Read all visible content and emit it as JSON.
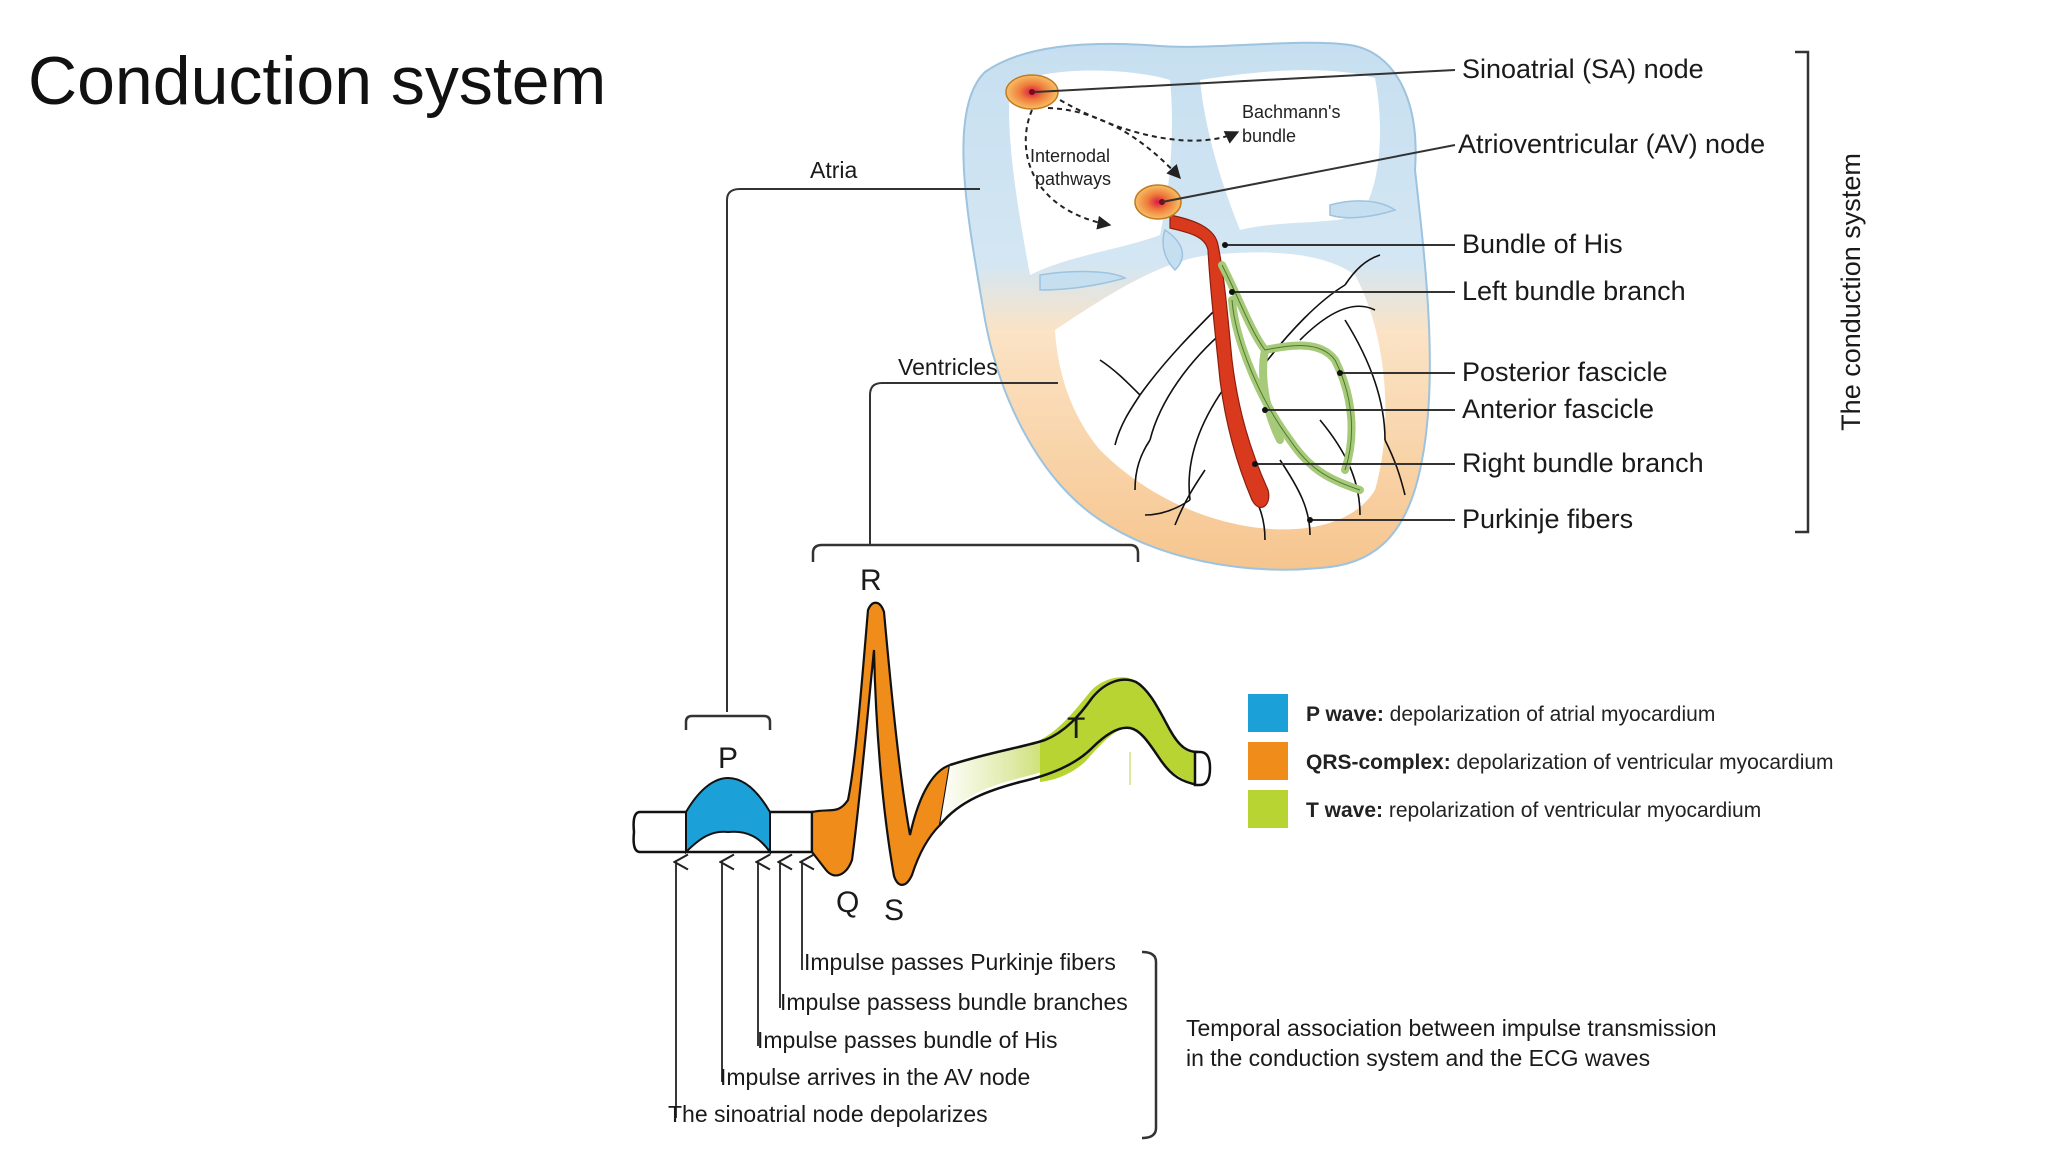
{
  "title": "Conduction system",
  "heart": {
    "labels": {
      "sa_node": "Sinoatrial (SA) node",
      "av_node": "Atrioventricular (AV) node",
      "bundle_his": "Bundle of His",
      "left_bundle": "Left bundle branch",
      "posterior_fascicle": "Posterior fascicle",
      "anterior_fascicle": "Anterior fascicle",
      "right_bundle": "Right bundle branch",
      "purkinje": "Purkinje fibers"
    },
    "inner_labels": {
      "bachmann_1": "Bachmann's",
      "bachmann_2": "bundle",
      "internodal_1": "Internodal",
      "internodal_2": "pathways"
    },
    "regions": {
      "atria": "Atria",
      "ventricles": "Ventricles"
    },
    "side_label": "The conduction system"
  },
  "ecg": {
    "waves": {
      "p": "P",
      "q": "Q",
      "r": "R",
      "s": "S",
      "t": "T"
    },
    "impulses": [
      "Impulse passes Purkinje fibers",
      "Impulse passess bundle branches",
      "Impulse passes bundle of His",
      "Impulse arrives in the AV node",
      "The sinoatrial node depolarizes"
    ],
    "temporal_1": "Temporal association between impulse transmission",
    "temporal_2": "in the conduction system and the ECG waves"
  },
  "legend": [
    {
      "bold": "P wave:",
      "text": " depolarization of atrial myocardium",
      "color": "#1ba0d8"
    },
    {
      "bold": "QRS-complex:",
      "text": " depolarization of ventricular myocardium",
      "color": "#f08c1a"
    },
    {
      "bold": "T wave:",
      "text": " repolarization of ventricular myocardium",
      "color": "#b8d433"
    }
  ],
  "colors": {
    "atria_fill": "#c6dff0",
    "ventricle_fill": "#f8c990",
    "bundle_red": "#d93a1e",
    "fascicle_green": "#a6c97a",
    "p_blue": "#1ba0d8",
    "qrs_orange": "#f08c1a",
    "t_green": "#b8d433"
  }
}
